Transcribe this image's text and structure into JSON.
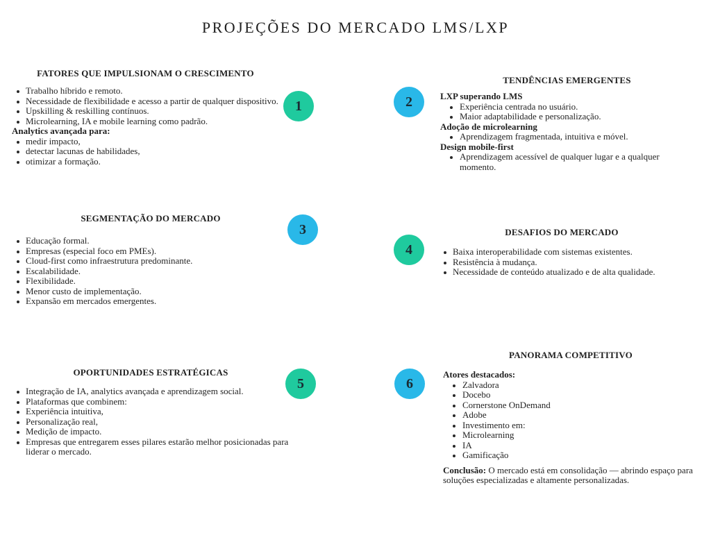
{
  "title": "PROJEÇÕES DO MERCADO LMS/LXP",
  "colors": {
    "teal": "#1fca9e",
    "cyan": "#29b8e8"
  },
  "sections": [
    {
      "number": "1",
      "badge_color": "teal",
      "heading": "FATORES QUE IMPULSIONAM O CRESCIMENTO",
      "content": [
        {
          "type": "bullet",
          "text": "Trabalho híbrido e remoto."
        },
        {
          "type": "bullet",
          "text": "Necessidade de flexibilidade e acesso a partir de qualquer dispositivo."
        },
        {
          "type": "bullet",
          "text": "Upskilling & reskilling contínuos."
        },
        {
          "type": "bullet",
          "text": "Microlearning, IA e mobile learning como padrão."
        },
        {
          "type": "label",
          "text": "Analytics avançada para:"
        },
        {
          "type": "bullet",
          "text": "medir impacto,"
        },
        {
          "type": "bullet",
          "text": "detectar lacunas de habilidades,"
        },
        {
          "type": "bullet",
          "text": "otimizar a formação."
        }
      ]
    },
    {
      "number": "2",
      "badge_color": "cyan",
      "heading": "TENDÊNCIAS EMERGENTES",
      "content": [
        {
          "type": "label",
          "text": "LXP superando LMS"
        },
        {
          "type": "bullet",
          "text": "Experiência centrada no usuário."
        },
        {
          "type": "bullet",
          "text": "Maior adaptabilidade e personalização."
        },
        {
          "type": "label",
          "text": "Adoção de microlearning"
        },
        {
          "type": "bullet",
          "text": "Aprendizagem fragmentada, intuitiva e móvel."
        },
        {
          "type": "label",
          "text": "Design mobile-first"
        },
        {
          "type": "bullet",
          "text": "Aprendizagem acessível de qualquer lugar e a qualquer momento."
        }
      ]
    },
    {
      "number": "3",
      "badge_color": "cyan",
      "heading": "SEGMENTAÇÃO DO MERCADO",
      "content": [
        {
          "type": "bullet",
          "text": "Educação formal."
        },
        {
          "type": "bullet",
          "text": "Empresas (especial foco em PMEs)."
        },
        {
          "type": "bullet",
          "text": "Cloud-first como infraestrutura predominante."
        },
        {
          "type": "bullet",
          "text": "Escalabilidade."
        },
        {
          "type": "bullet",
          "text": "Flexibilidade."
        },
        {
          "type": "bullet",
          "text": "Menor custo de implementação."
        },
        {
          "type": "bullet",
          "text": "Expansão em mercados emergentes."
        }
      ]
    },
    {
      "number": "4",
      "badge_color": "teal",
      "heading": "DESAFIOS DO MERCADO",
      "content": [
        {
          "type": "bullet",
          "text": "Baixa interoperabilidade com sistemas existentes."
        },
        {
          "type": "bullet",
          "text": "Resistência à mudança."
        },
        {
          "type": "bullet",
          "text": "Necessidade de conteúdo atualizado e de alta qualidade."
        }
      ]
    },
    {
      "number": "5",
      "badge_color": "teal",
      "heading": "OPORTUNIDADES ESTRATÉGICAS",
      "content": [
        {
          "type": "bullet",
          "text": "Integração de IA, analytics avançada e aprendizagem social."
        },
        {
          "type": "bullet",
          "text": "Plataformas que combinem:"
        },
        {
          "type": "bullet",
          "text": "Experiência intuitiva,"
        },
        {
          "type": "bullet",
          "text": "Personalização real,"
        },
        {
          "type": "bullet",
          "text": "Medição de impacto."
        },
        {
          "type": "bullet",
          "text": "Empresas que entregarem esses pilares estarão melhor posicionadas para liderar o mercado."
        }
      ]
    },
    {
      "number": "6",
      "badge_color": "cyan",
      "heading": "PANORAMA COMPETITIVO",
      "content": [
        {
          "type": "label",
          "text": "Atores destacados:"
        },
        {
          "type": "bullet",
          "text": "Zalvadora"
        },
        {
          "type": "bullet",
          "text": "Docebo"
        },
        {
          "type": "bullet",
          "text": "Cornerstone OnDemand"
        },
        {
          "type": "bullet",
          "text": "Adobe"
        },
        {
          "type": "bullet",
          "text": "Investimento em:"
        },
        {
          "type": "bullet",
          "text": "Microlearning"
        },
        {
          "type": "bullet",
          "text": "IA"
        },
        {
          "type": "bullet",
          "text": "Gamificação"
        },
        {
          "type": "paragraph",
          "bold": "Conclusão:",
          "text": " O mercado está em consolidação — abrindo espaço para soluções especializadas e altamente personalizadas."
        }
      ]
    }
  ]
}
